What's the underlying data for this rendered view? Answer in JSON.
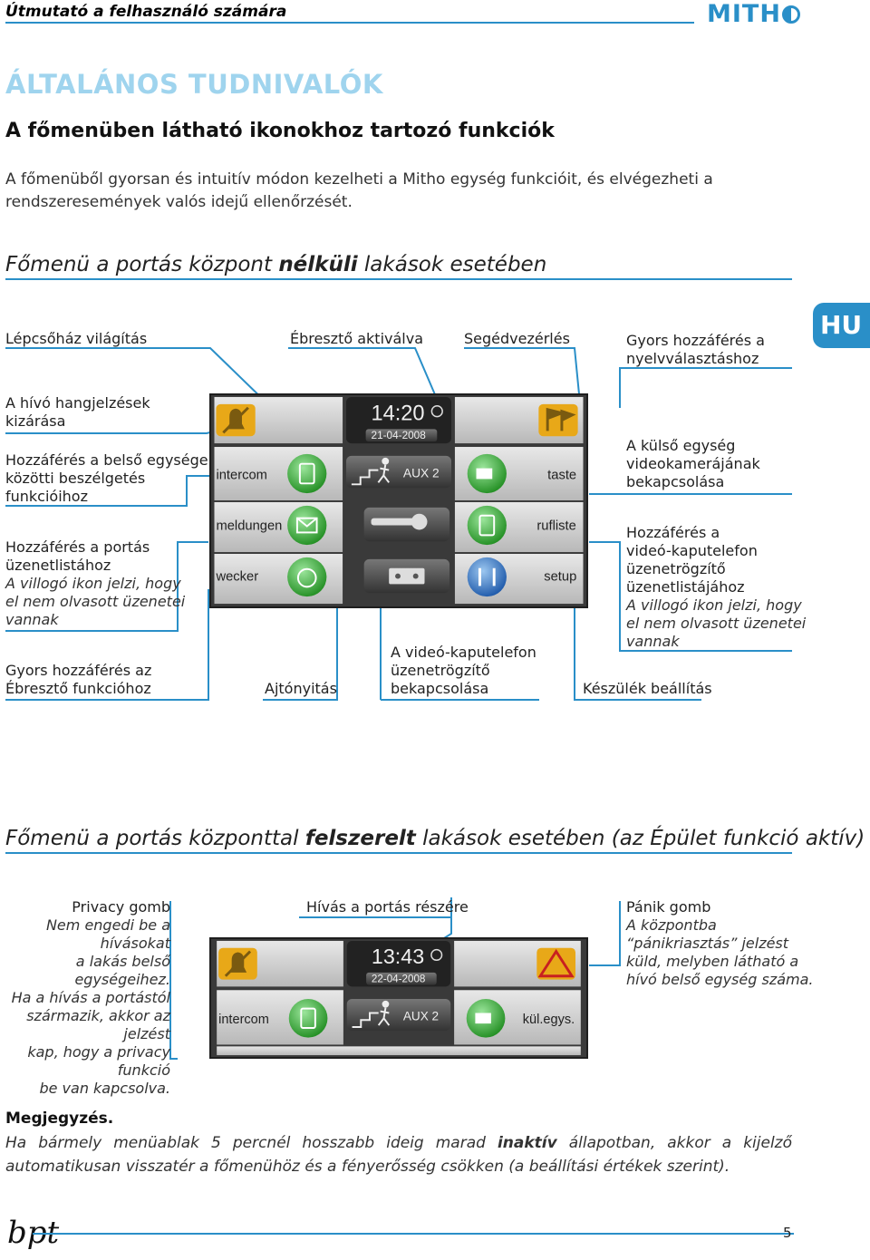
{
  "header": {
    "title": "Útmutató a felhasználó számára",
    "logo": "MITH"
  },
  "section_title": "ÁLTALÁNOS TUDNIVALÓK",
  "subtitle": "A főmenüben látható ikonokhoz tartozó funkciók",
  "intro": "A főmenüből gyorsan és intuitív módon kezelheti a Mitho egység funkcióit, és elvégezheti a rendszeresemények valós idejű ellenőrzését.",
  "lang_tab": "HU",
  "menu1": {
    "heading_pre": "Főmenü a portás központ ",
    "heading_em": "nélküli",
    "heading_post": " lakások esetében",
    "labels": {
      "stair_light": "Lépcsőház világítás",
      "alarm_active": "Ébresztő aktiválva",
      "aux_control": "Segédvezérlés",
      "lang_quick_1": "Gyors hozzáférés a",
      "lang_quick_2": "nyelvválasztáshoz",
      "mute_1": "A hívó hangjelzések",
      "mute_2": "kizárása",
      "intercom_1": "Hozzáférés a belső egységek",
      "intercom_2": "közötti beszélgetés",
      "intercom_3": "funkcióihoz",
      "porter_1": "Hozzáférés a portás",
      "porter_2": "üzenetlistához",
      "porter_note_1": "A villogó ikon jelzi, hogy",
      "porter_note_2": "el nem olvasott üzenetei",
      "porter_note_3": "vannak",
      "alarm_quick_1": "Gyors hozzáférés az",
      "alarm_quick_2": "Ébresztő funkcióhoz",
      "door_open": "Ajtónyitás",
      "recorder_1": "A videó-kaputelefon",
      "recorder_2": "üzenetrögzítő",
      "recorder_3": "bekapcsolása",
      "camera_1": "A külső egység",
      "camera_2": "videokamerájának",
      "camera_3": "bekapcsolása",
      "vmsg_1": "Hozzáférés a",
      "vmsg_2": "videó-kaputelefon",
      "vmsg_3": "üzenetrögzítő",
      "vmsg_4": "üzenetlistájához",
      "vmsg_note_1": "A villogó ikon jelzi, hogy",
      "vmsg_note_2": "el nem olvasott üzenetei",
      "vmsg_note_3": "vannak",
      "settings": "Készülék beállítás"
    },
    "screen": {
      "time": "14:20",
      "date": "21-04-2008",
      "intercom": "intercom",
      "aux": "AUX 2",
      "taste": "taste",
      "meldungen": "meldungen",
      "rufliste": "rufliste",
      "wecker": "wecker",
      "setup": "setup"
    }
  },
  "menu2": {
    "heading_pre": "Főmenü a portás központtal ",
    "heading_em": "felszerelt",
    "heading_post": " lakások esetében  (az Épület funkció aktív)",
    "labels": {
      "privacy": "Privacy gomb",
      "privacy_note_1": "Nem engedi be a hívásokat",
      "privacy_note_2": "a lakás belső egységeihez.",
      "privacy_note_3": "Ha a hívás a portástól",
      "privacy_note_4": "származik, akkor az jelzést",
      "privacy_note_5": "kap, hogy a privacy funkció",
      "privacy_note_6": "be van kapcsolva.",
      "call_porter": "Hívás a portás részére",
      "panic": "Pánik gomb",
      "panic_note_1": "A központba",
      "panic_note_2": "“pánikriasztás” jelzést",
      "panic_note_3": "küld, melyben látható a",
      "panic_note_4": "hívó belső egység száma."
    },
    "screen": {
      "time": "13:43",
      "date": "22-04-2008",
      "intercom": "intercom",
      "aux": "AUX 2",
      "kul": "kül.egys."
    }
  },
  "note": {
    "title": "Megjegyzés.",
    "text_pre": "Ha bármely menüablak 5 percnél hosszabb ideig marad ",
    "text_em": "inaktív",
    "text_post": " állapotban, akkor a kijelző automatikusan visszatér a főmenühöz és a fényerősség csökken (a beállítási értékek szerint)."
  },
  "footer": {
    "brand": "bpt",
    "page": "5"
  },
  "colors": {
    "accent": "#2a8fc8",
    "section_title": "#9fd4ee",
    "green_button": "#3cb43c",
    "blue_button": "#2a72c8",
    "gold_icon": "#e8a818"
  }
}
